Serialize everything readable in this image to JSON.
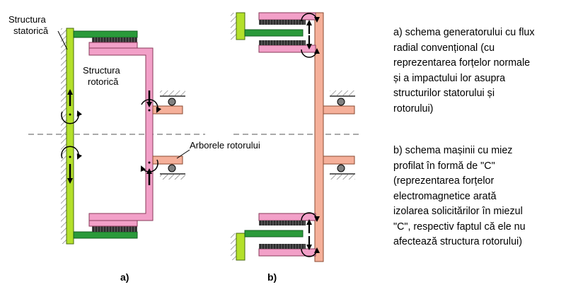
{
  "labels": {
    "stator_structure": [
      "Structura",
      "statorică"
    ],
    "rotor_structure": [
      "Structura",
      "rotorică"
    ],
    "rotor_shaft": "Arborele rotorului",
    "panel_a": "a)",
    "panel_b": "b)"
  },
  "captions": {
    "a": [
      "a) schema generatorului cu flux",
      "radial convențional (cu",
      "reprezentarea forțelor normale",
      "și a impactului lor asupra",
      "structurilor statorului și",
      "rotorului)"
    ],
    "b": [
      "b) schema mașinii cu miez",
      "profilat în formă de \"C\"",
      "(reprezentarea forțelor",
      "electromagnetice arată",
      "izolarea solicitărilor în miezul",
      "\"C\", respectiv faptul că ele nu",
      "afectează structura rotorului)"
    ]
  },
  "colors": {
    "stator_green": "#b3e02a",
    "core_green": "#2a9a3a",
    "rotor_pink": "#f2a0c8",
    "rotor_salmon": "#f5b09a",
    "winding_dark": "#2b2b2b",
    "bearing_gray": "#808080"
  }
}
